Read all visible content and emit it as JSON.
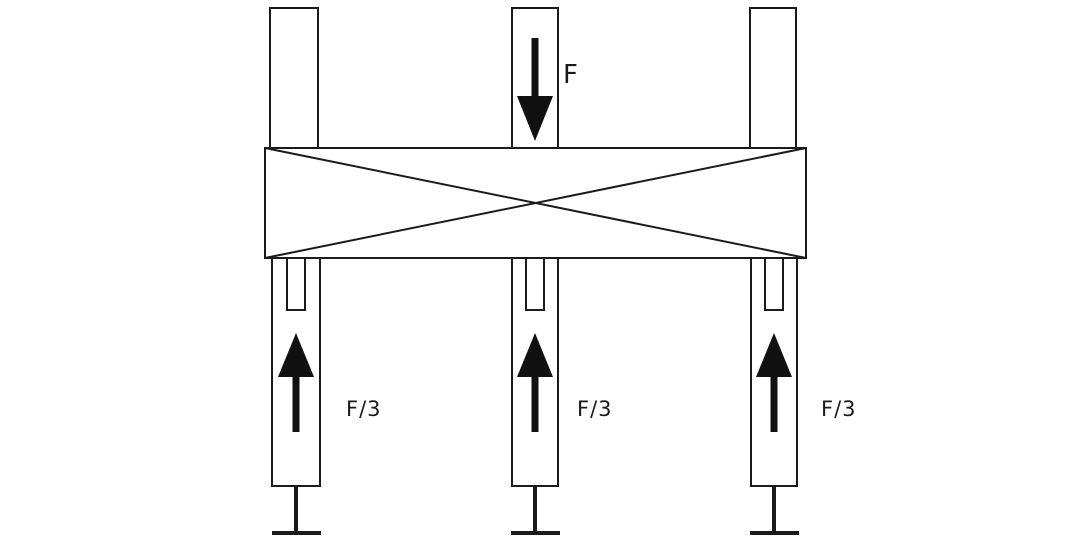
{
  "labels": {
    "applied_force": "F",
    "left_reaction": "F/3",
    "middle_reaction": "F/3",
    "right_reaction": "F/3"
  },
  "colors": {
    "line": "#1a1a1a",
    "arrow": "#111111",
    "background": "#ffffff"
  }
}
